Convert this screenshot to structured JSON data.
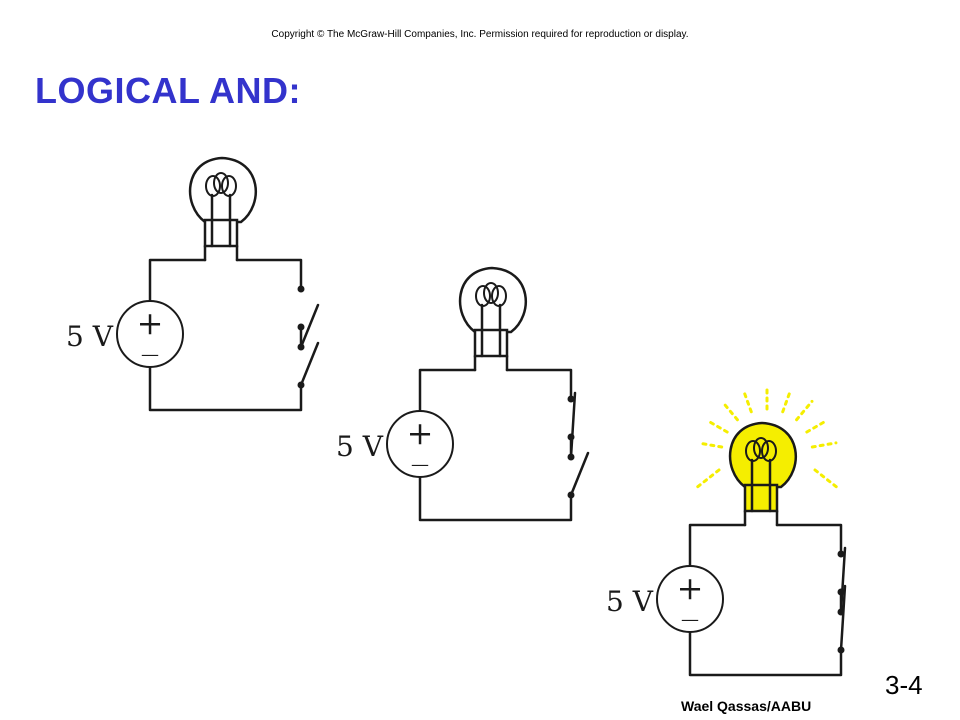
{
  "copyright": "Copyright © The McGraw-Hill Companies, Inc.  Permission required for reproduction or display.",
  "title": "LOGICAL AND:",
  "title_color": "#3333cc",
  "lit_color": "#f5ee00",
  "circuits": [
    {
      "voltage_label": "5 V",
      "plus": "+",
      "minus": "—",
      "switch_a": "open",
      "switch_b": "open",
      "bulb": "off"
    },
    {
      "voltage_label": "5 V",
      "plus": "+",
      "minus": "—",
      "switch_a": "closed",
      "switch_b": "open",
      "bulb": "off"
    },
    {
      "voltage_label": "5 V",
      "plus": "+",
      "minus": "—",
      "switch_a": "closed",
      "switch_b": "closed",
      "bulb": "on"
    }
  ],
  "footer": {
    "author": "Wael Qassas/AABU",
    "slide_number": "3-4"
  }
}
